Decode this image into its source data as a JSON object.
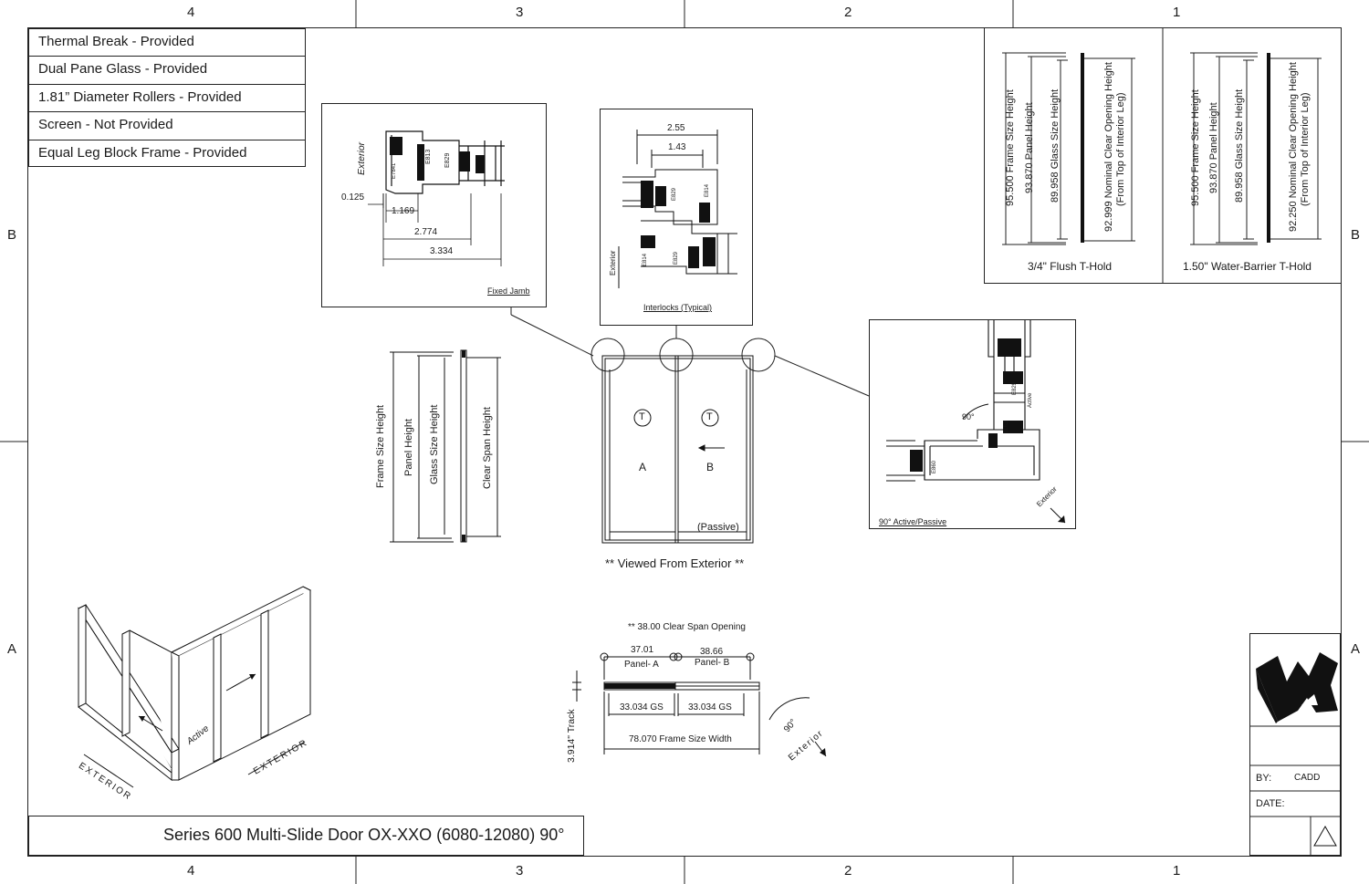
{
  "zones": {
    "top": [
      "4",
      "3",
      "2",
      "1"
    ],
    "bottom": [
      "4",
      "3",
      "2",
      "1"
    ],
    "left": [
      "B",
      "A"
    ],
    "right": [
      "B",
      "A"
    ]
  },
  "features": [
    "Thermal Break - Provided",
    "Dual Pane Glass - Provided",
    "1.81” Diameter Rollers - Provided",
    "Screen - Not Provided",
    "Equal Leg Block Frame - Provided"
  ],
  "fixed_jamb": {
    "caption": "Fixed Jamb",
    "exterior": "Exterior",
    "dims": [
      "0.125",
      "1.169",
      "2.774",
      "3.334"
    ],
    "parts": [
      "E7841",
      "E813",
      "E829"
    ]
  },
  "interlocks": {
    "caption": "Interlocks (Typical)",
    "exterior": "Exterior",
    "dims": [
      "2.55",
      "1.43"
    ],
    "parts": [
      "E829",
      "E814",
      "E814",
      "E829"
    ]
  },
  "heights_schematic": {
    "labels": [
      "Frame Size Height",
      "Panel Height",
      "Glass Size Height",
      "Clear Span Height"
    ]
  },
  "elevation": {
    "panel_a": "A",
    "panel_b": "B",
    "tempered_a": "T",
    "tempered_b": "T",
    "passive": "(Passive)",
    "viewed_from": "** Viewed From Exterior **"
  },
  "corner_detail": {
    "caption": "90° Active/Passive",
    "angle": "90°",
    "exterior": "Exterior",
    "active": "Active",
    "parts": [
      "E829",
      "E371",
      "E860"
    ]
  },
  "t_hold_1": {
    "caption": "3/4\" Flush T-Hold",
    "labels": [
      "95.500 Frame Size Height",
      "93.870 Panel Height",
      "89.958 Glass Size Height"
    ],
    "clear": [
      "92.999 Nominal Clear Opening Height",
      "(From Top of Interior Leg)"
    ]
  },
  "t_hold_2": {
    "caption": "1.50\" Water-Barrier T-Hold",
    "labels": [
      "95.500 Frame Size Height",
      "93.870 Panel Height",
      "89.958 Glass Size Height"
    ],
    "clear": [
      "92.250 Nominal Clear Opening Height",
      "(From Top of Interior Leg)"
    ]
  },
  "plan": {
    "clear_span": "** 38.00 Clear Span Opening",
    "dim_a": "37.01",
    "panel_a": "Panel- A",
    "dim_b": "38.66",
    "panel_b": "Panel- B",
    "gs_a": "33.034 GS",
    "gs_b": "33.034 GS",
    "frame_width": "78.070 Frame Size Width",
    "track": "3.914\" Track",
    "angle": "90°",
    "exterior": "Exterior"
  },
  "isometric": {
    "active": "Active",
    "exterior_left": "EXTERIOR",
    "exterior_right": "EXTERIOR"
  },
  "title": "Series 600 Multi-Slide Door OX-XXO (6080-12080) 90°",
  "title_block": {
    "by_label": "BY:",
    "by_value": "CADD",
    "date_label": "DATE:",
    "date_value": ""
  },
  "colors": {
    "line": "#1a1a1a",
    "fill_dark": "#111111",
    "paper": "#ffffff"
  }
}
